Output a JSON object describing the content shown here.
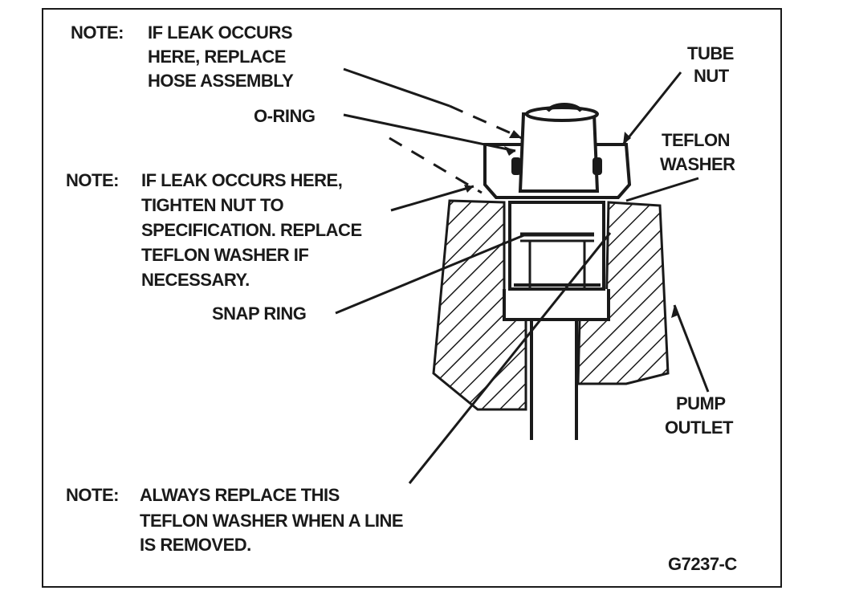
{
  "notes": {
    "hose": {
      "prefix": "NOTE:",
      "lines": [
        "IF LEAK OCCURS",
        "HERE, REPLACE",
        "HOSE ASSEMBLY"
      ]
    },
    "nut": {
      "prefix": "NOTE:",
      "lines": [
        "IF LEAK OCCURS HERE,",
        "TIGHTEN NUT TO",
        "SPECIFICATION. REPLACE",
        "TEFLON WASHER IF",
        "NECESSARY."
      ]
    },
    "washer": {
      "prefix": "NOTE:",
      "lines": [
        "ALWAYS REPLACE THIS",
        "TEFLON WASHER WHEN A LINE",
        "IS REMOVED."
      ]
    }
  },
  "labels": {
    "tube_nut": [
      "TUBE",
      "NUT"
    ],
    "o_ring": "O-RING",
    "teflon_washer": [
      "TEFLON",
      "WASHER"
    ],
    "snap_ring": "SNAP RING",
    "pump_outlet": [
      "PUMP",
      "OUTLET"
    ],
    "figure_code": "G7237-C"
  },
  "colors": {
    "ink": "#1a1a1a",
    "paper": "#ffffff"
  }
}
